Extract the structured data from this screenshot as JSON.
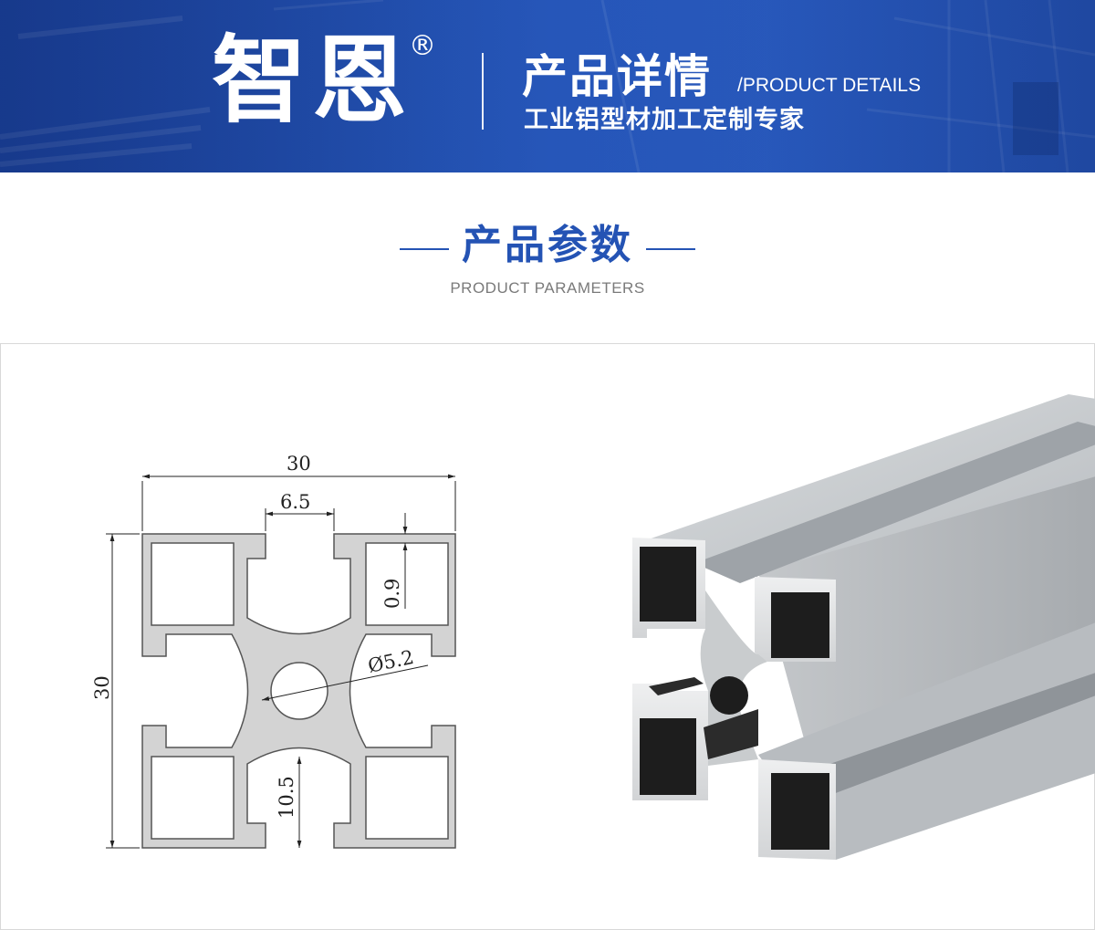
{
  "banner": {
    "brand": "智恩",
    "registered_mark": "®",
    "title": "产品详情",
    "title_en": "/PRODUCT DETAILS",
    "subtitle": "工业铝型材加工定制专家"
  },
  "section": {
    "title": "产品参数",
    "subtitle": "PRODUCT PARAMETERS"
  },
  "drawing": {
    "dim_width": "30",
    "dim_height": "30",
    "dim_slot": "6.5",
    "dim_wall": "0.9",
    "dim_hole": "Ø5.2",
    "dim_depth": "10.5"
  },
  "colors": {
    "banner_blue": "#2453b4",
    "accent_blue": "#2453b4",
    "profile_fill": "#d3d3d3"
  }
}
